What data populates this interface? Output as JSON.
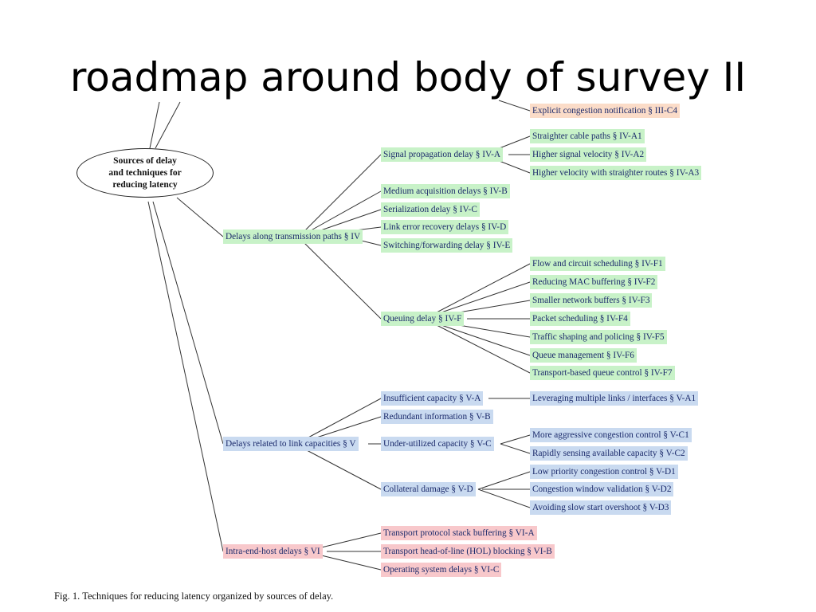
{
  "title": "roadmap around body of survey II",
  "root": "Sources of delay\nand techniques for\nreducing latency",
  "caption": "Fig. 1.  Techniques for reducing latency organized by sources of delay.",
  "nodes": {
    "ecn": "Explicit congestion notification § III-C4",
    "delays_transmission": "Delays along transmission paths § IV",
    "signal_propagation": "Signal propagation delay § IV-A",
    "straighter_cable": "Straighter cable paths § IV-A1",
    "higher_velocity": "Higher signal velocity § IV-A2",
    "higher_velocity_routes": "Higher velocity with straighter routes § IV-A3",
    "medium_acquisition": "Medium acquisition delays § IV-B",
    "serialization": "Serialization delay § IV-C",
    "link_error": "Link error recovery delays § IV-D",
    "switching": "Switching/forwarding delay § IV-E",
    "queuing": "Queuing delay § IV-F",
    "flow_scheduling": "Flow and circuit scheduling § IV-F1",
    "reducing_mac": "Reducing MAC buffering § IV-F2",
    "smaller_buffers": "Smaller network buffers § IV-F3",
    "packet_scheduling": "Packet scheduling § IV-F4",
    "traffic_shaping": "Traffic shaping and policing § IV-F5",
    "queue_management": "Queue management § IV-F6",
    "transport_queue": "Transport-based queue control § IV-F7",
    "delays_link": "Delays related to link capacities § V",
    "insufficient": "Insufficient capacity § V-A",
    "leveraging": "Leveraging multiple links / interfaces § V-A1",
    "redundant": "Redundant information § V-B",
    "underutilized": "Under-utilized capacity § V-C",
    "aggressive": "More aggressive congestion control § V-C1",
    "rapidly": "Rapidly sensing available capacity § V-C2",
    "collateral": "Collateral damage § V-D",
    "low_priority": "Low priority congestion control § V-D1",
    "cwnd_validation": "Congestion window validation § V-D2",
    "slow_start": "Avoiding slow start overshoot § V-D3",
    "intra_host": "Intra-end-host delays § VI",
    "stack_buffering": "Transport protocol stack buffering § VI-A",
    "hol_blocking": "Transport head-of-line (HOL) blocking § VI-B",
    "os_delays": "Operating system delays § VI-C"
  },
  "colors": {
    "green": "#c8f2c8",
    "blue": "#c9daf0",
    "red": "#f8c8cb",
    "orange": "#fbdcc8",
    "text": "#1b2a6b"
  }
}
